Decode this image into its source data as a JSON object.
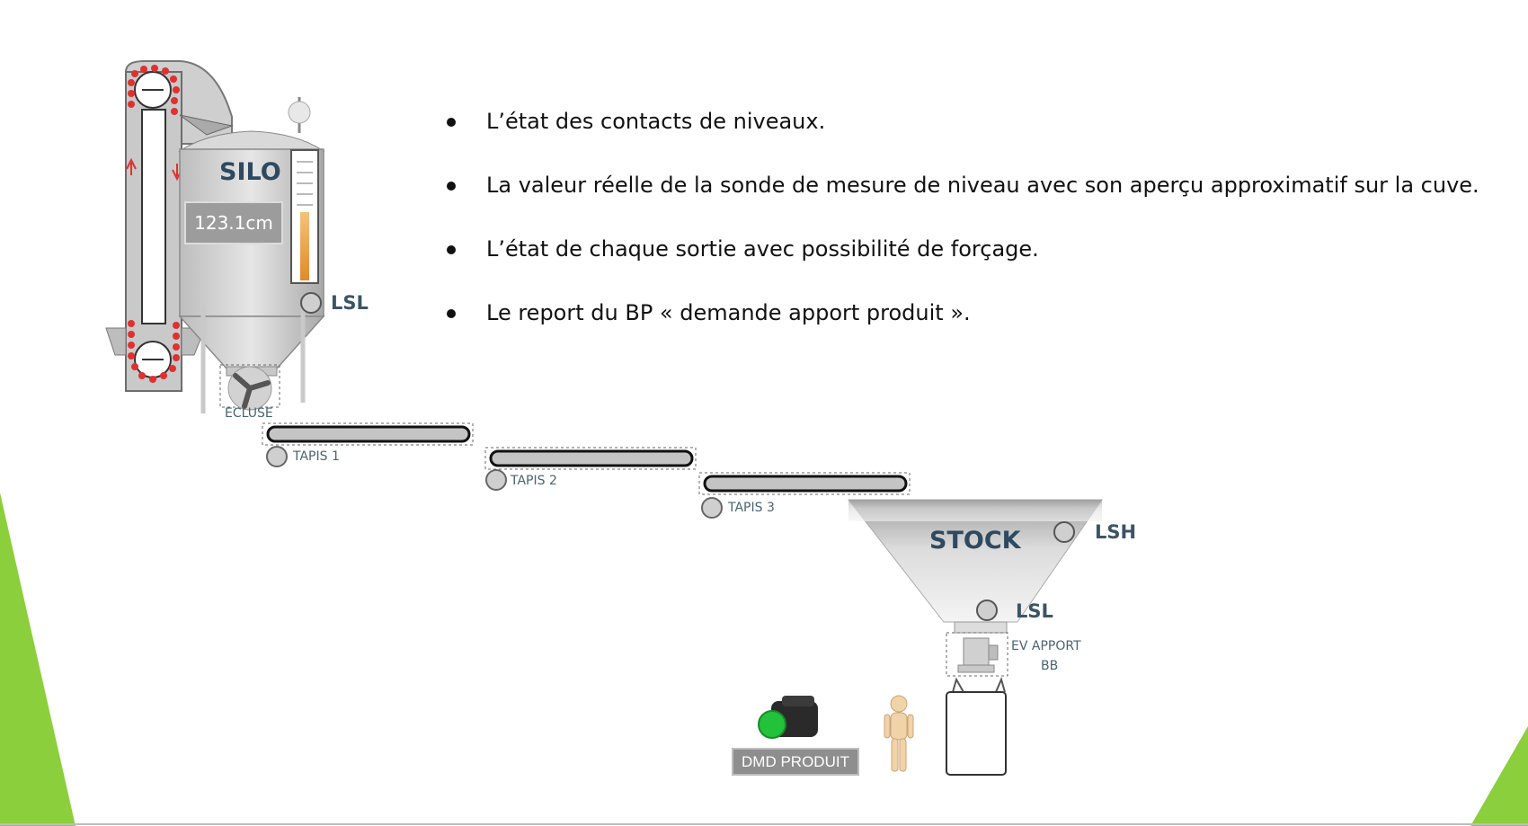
{
  "bullets": [
    "L’état des contacts de niveaux.",
    "La valeur réelle de la sonde de mesure de niveau avec son aperçu approximatif sur la cuve.",
    "L’état de chaque sortie avec possibilité de forçage.",
    "Le report du BP « demande apport produit »."
  ],
  "silo": {
    "title": "SILO",
    "level_value": "123.1cm",
    "lsl_label": "LSL",
    "airlock_label": "ECLUSE"
  },
  "conveyors": {
    "tapis1": "TAPIS 1",
    "tapis2": "TAPIS 2",
    "tapis3": "TAPIS 3"
  },
  "stock": {
    "title": "STOCK",
    "lsh_label": "LSH",
    "lsl_label": "LSL",
    "valve_label_line1": "EV APPORT",
    "valve_label_line2": "BB"
  },
  "demand_button": {
    "label": "DMD PRODUIT",
    "lamp_color": "#22c23a"
  },
  "colors": {
    "accent_green": "#8ccf3c",
    "label_blue": "#3b5566",
    "arrow_red": "#e03030"
  }
}
